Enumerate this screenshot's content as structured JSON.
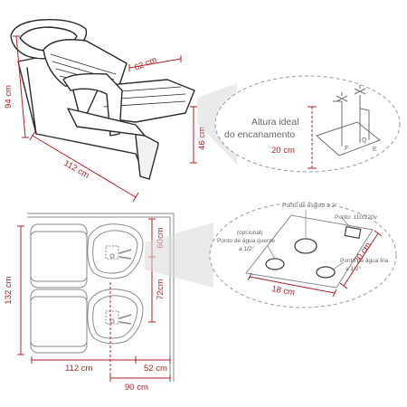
{
  "chair": {
    "height_total": "94 cm",
    "backrest_depth": "62 cm",
    "seat_height": "46 cm",
    "length": "112 cm"
  },
  "plumbing": {
    "title_line1": "Altura ideal",
    "title_line2": "do encanamento",
    "height": "20 cm",
    "label_f": "F",
    "label_q": "Q",
    "label_e": "E"
  },
  "plan": {
    "total_length": "132 cm",
    "basin_gap": "60cm",
    "basin_spacing": "72cm",
    "bench_length": "112 cm",
    "basin_depth": "52 cm",
    "total_depth": "90 cm"
  },
  "floor": {
    "drain": "Ponto de esgoto a 2°",
    "power": "Ponto: 110/220v",
    "hot_line1": "(opcional)",
    "hot_line2": "Ponto de água quente",
    "hot_line3": "a 1/2°",
    "cold_line1": "Ponto de água fria",
    "cold_line2": "a 1/2°",
    "width": "18 cm",
    "depth": "20 cm"
  }
}
